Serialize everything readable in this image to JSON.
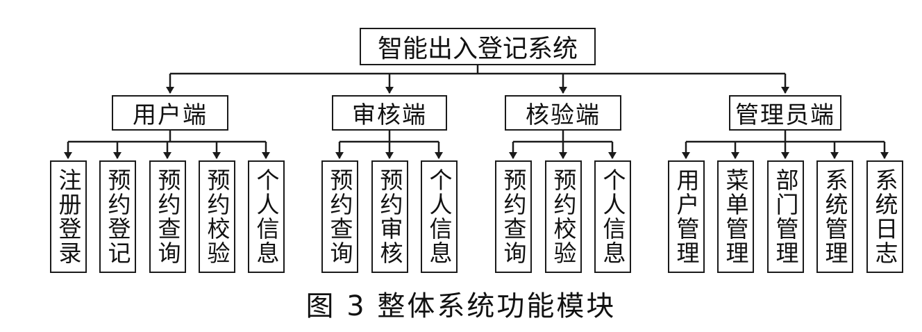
{
  "diagram": {
    "root": "智能出入登记系统",
    "groups": [
      {
        "name": "用户端",
        "children": [
          "注册登录",
          "预约登记",
          "预约查询",
          "预约校验",
          "个人信息"
        ]
      },
      {
        "name": "审核端",
        "children": [
          "预约查询",
          "预约审核",
          "个人信息"
        ]
      },
      {
        "name": "核验端",
        "children": [
          "预约查询",
          "预约校验",
          "个人信息"
        ]
      },
      {
        "name": "管理员端",
        "children": [
          "用户管理",
          "菜单管理",
          "部门管理",
          "系统管理",
          "系统日志"
        ]
      }
    ],
    "caption": "图 3  整体系统功能模块"
  }
}
